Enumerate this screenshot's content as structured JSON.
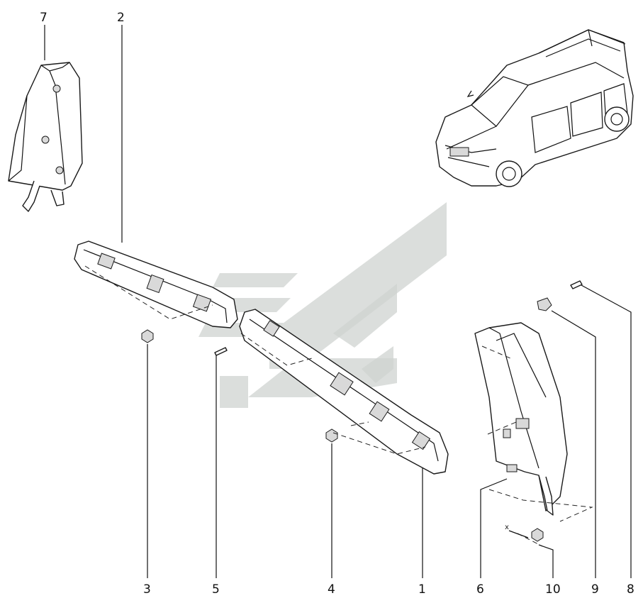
{
  "diagram": {
    "callouts": [
      {
        "id": "c7",
        "label": "7"
      },
      {
        "id": "c2",
        "label": "2"
      },
      {
        "id": "c3",
        "label": "3"
      },
      {
        "id": "c5",
        "label": "5"
      },
      {
        "id": "c4",
        "label": "4"
      },
      {
        "id": "c1",
        "label": "1"
      },
      {
        "id": "c6",
        "label": "6"
      },
      {
        "id": "c10",
        "label": "10"
      },
      {
        "id": "c9",
        "label": "9"
      },
      {
        "id": "c8",
        "label": "8"
      }
    ],
    "axis_mark": "x"
  }
}
